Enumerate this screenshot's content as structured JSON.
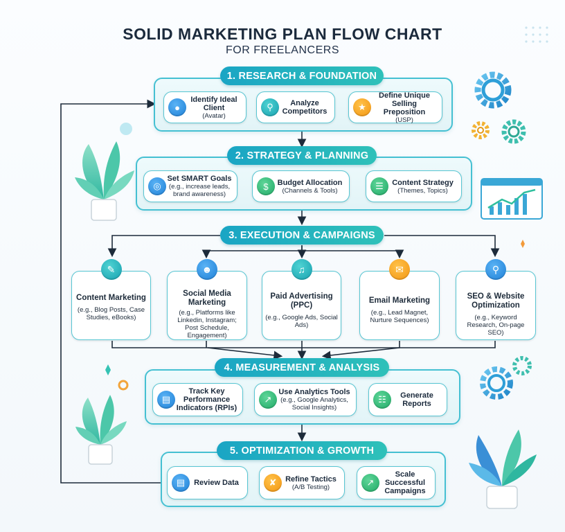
{
  "header": {
    "title": "SOLID MARKETING PLAN FLOW CHART",
    "subtitle": "FOR FREELANCERS"
  },
  "stages": {
    "s1": {
      "banner": "1. RESEARCH & FOUNDATION",
      "cards": [
        {
          "main": "Identify Ideal Client",
          "sub": "(Avatar)",
          "icon": "user-icon"
        },
        {
          "main": "Analyze Competitors",
          "sub": "",
          "icon": "magnifier-icon"
        },
        {
          "main": "Define Unique Selling Preposition",
          "sub": "(USP)",
          "icon": "lightbulb-icon"
        }
      ]
    },
    "s2": {
      "banner": "2. STRATEGY & PLANNING",
      "cards": [
        {
          "main": "Set SMART Goals",
          "sub": "(e.g., increase leads, brand awareness)",
          "icon": "target-icon"
        },
        {
          "main": "Budget Allocation",
          "sub": "(Channels & Tools)",
          "icon": "money-bag-icon"
        },
        {
          "main": "Content Strategy",
          "sub": "(Themes, Topics)",
          "icon": "document-icon"
        }
      ]
    },
    "s3": {
      "banner": "3. EXECUTION & CAMPAIGNS",
      "cards": [
        {
          "main": "Content Marketing",
          "sub": "(e.g., Blog Posts, Case Studies, eBooks)",
          "icon": "edit-icon"
        },
        {
          "main": "Social Media Marketing",
          "sub": "(e.g., Platforms like Linkedin, Instagram; Post Schedule, Engagement)",
          "icon": "people-icon"
        },
        {
          "main": "Paid Advertising (PPC)",
          "sub": "(e.g., Google Ads, Social Ads)",
          "icon": "megaphone-icon"
        },
        {
          "main": "Email Marketing",
          "sub": "(e.g., Lead Magnet, Nurture Sequences)",
          "icon": "envelope-icon"
        },
        {
          "main": "SEO & Website Optimization",
          "sub": "(e.g., Keyword Research, On-page SEO)",
          "icon": "search-icon"
        }
      ]
    },
    "s4": {
      "banner": "4. MEASUREMENT & ANALYSIS",
      "cards": [
        {
          "main": "Track Key Performance Indicators (RPIs)",
          "sub": "",
          "icon": "bar-chart-icon"
        },
        {
          "main": "Use Analytics Tools",
          "sub": "(e.g., Google Analytics, Social Insights)",
          "icon": "line-chart-icon"
        },
        {
          "main": "Generate Reports",
          "sub": "",
          "icon": "report-icon"
        }
      ]
    },
    "s5": {
      "banner": "5. OPTIMIZATION & GROWTH",
      "cards": [
        {
          "main": "Review Data",
          "sub": "",
          "icon": "data-list-icon"
        },
        {
          "main": "Refine Tactics",
          "sub": "(A/B Testing)",
          "icon": "refine-icon"
        },
        {
          "main": "Scale Successful Campaigns",
          "sub": "",
          "icon": "growth-icon"
        }
      ]
    }
  },
  "colors": {
    "teal_border": "#45c0d2",
    "banner_start": "#1aa5c4",
    "banner_end": "#2fc1b9",
    "arrow": "#1d2b3a"
  }
}
